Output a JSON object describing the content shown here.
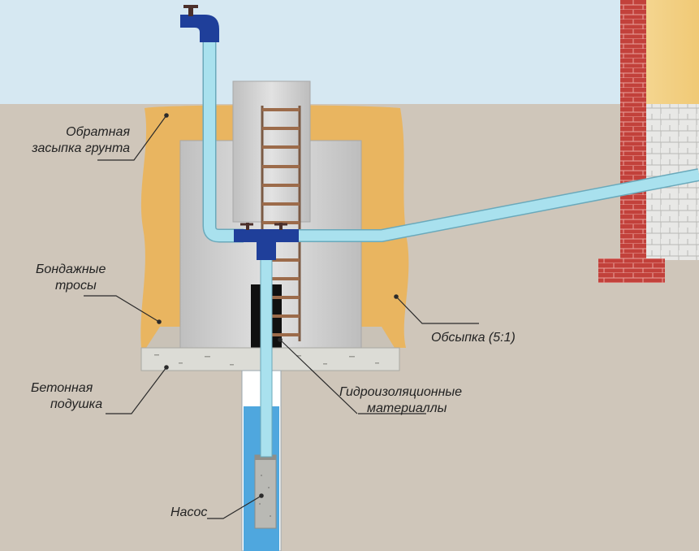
{
  "labels": {
    "backfill": {
      "line1": "Обратная",
      "line2": "засыпка грунта"
    },
    "ropes": {
      "line1": "Бондажные",
      "line2": "тросы"
    },
    "sand": "Обсыпка (5:1)",
    "concrete": {
      "line1": "Бетонная",
      "line2": "подушка"
    },
    "waterproof": {
      "line1": "Гидроизоляционные",
      "line2": "материаллы"
    },
    "pump": "Насос"
  },
  "colors": {
    "sky": "#d6e8f2",
    "ground": "#cfc6ba",
    "sand": "#e9b560",
    "rings": "#cdcdcd",
    "pipe": "#a9e1ee",
    "fitting": "#1f3f9a",
    "water": "#4fa7de",
    "brick": "#c2413b",
    "ladder": "#9c6b4a"
  }
}
